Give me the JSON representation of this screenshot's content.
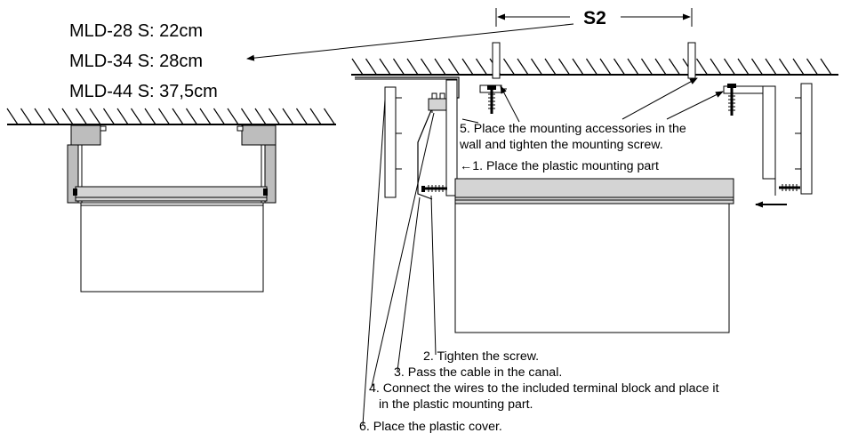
{
  "models": [
    {
      "text": "MLD-28 S: 22cm"
    },
    {
      "text": "MLD-34 S: 28cm"
    },
    {
      "text": "MLD-44 S: 37,5cm"
    }
  ],
  "dimension_label": "S2",
  "steps": {
    "step1": "←1. Place the plastic mounting part",
    "step2": "2. Tighten the screw.",
    "step3": "3. Pass the cable in the canal.",
    "step4_line1": "4. Connect the wires to the included terminal block and place it",
    "step4_line2": "in the plastic mounting part.",
    "step5_line1": "5. Place the mounting accessories in the",
    "step5_line2": "wall and tighten the mounting screw.",
    "step6": "6. Place the plastic cover."
  },
  "colors": {
    "line": "#000000",
    "bar_fill": "#d4d4d4",
    "bracket_fill": "#bdbdbd",
    "panel_fill": "#ffffff"
  }
}
